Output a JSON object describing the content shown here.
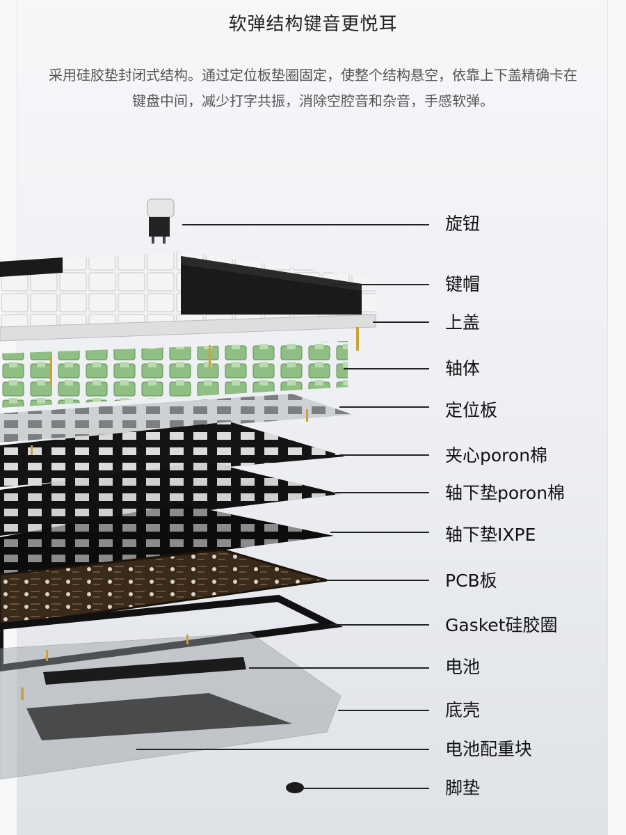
{
  "heading": "软弹结构键音更悦耳",
  "description": "采用硅胶垫封闭式结构。通过定位板垫圈固定，使整个结构悬空，依靠上下盖精确卡在键盘中间，减少打字共振，消除空腔音和杂音，手感软弹。",
  "layers": [
    {
      "id": "knob",
      "label": "旋钮"
    },
    {
      "id": "keycaps",
      "label": "键帽"
    },
    {
      "id": "top-case",
      "label": "上盖"
    },
    {
      "id": "switches",
      "label": "轴体"
    },
    {
      "id": "plate",
      "label": "定位板"
    },
    {
      "id": "sandwich-foam",
      "label": "夹心poron棉"
    },
    {
      "id": "switch-pad-poron",
      "label": "轴下垫poron棉"
    },
    {
      "id": "switch-pad-ixpe",
      "label": "轴下垫IXPE"
    },
    {
      "id": "pcb",
      "label": "PCB板"
    },
    {
      "id": "gasket",
      "label": "Gasket硅胶圈"
    },
    {
      "id": "battery",
      "label": "电池"
    },
    {
      "id": "bottom-case",
      "label": "底壳"
    },
    {
      "id": "weight",
      "label": "电池配重块"
    },
    {
      "id": "feet",
      "label": "脚垫"
    }
  ],
  "colors": {
    "switch_green": "#8fbf83",
    "case_white": "#e8e8e8",
    "keycap_black": "#1a1a1a",
    "pcb_brown": "#3a2a1c"
  }
}
